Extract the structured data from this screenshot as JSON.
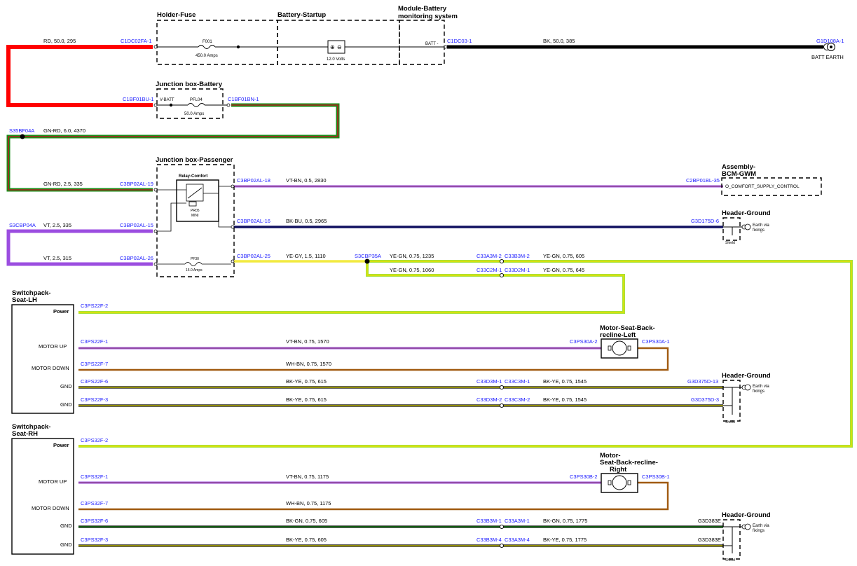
{
  "components": {
    "holder_fuse": "Holder-Fuse",
    "battery_startup": "Battery-Startup",
    "module_battery_1": "Module-Battery",
    "module_battery_2": "monitoring system",
    "jb_battery": "Junction box-Battery",
    "jb_passenger": "Junction box-Passenger",
    "relay_comfort": "Relay-Comfort",
    "bcm_1": "Assembly-",
    "bcm_2": "BCM-GWM",
    "header_ground": "Header-Ground",
    "switchpack_lh_1": "Switchpack-",
    "switchpack_lh_2": "Seat-LH",
    "switchpack_rh_1": "Switchpack-",
    "switchpack_rh_2": "Seat-RH",
    "motor_left_1": "Motor-Seat-Back-",
    "motor_left_2": "recline-Left",
    "motor_right_1": "Motor-",
    "motor_right_2": "Seat-Back-recline-",
    "motor_right_3": "Right"
  },
  "inner": {
    "f001": "F001",
    "f001_amps": "450.0 Amps",
    "battery_volts": "12.0 Volts",
    "batt_minus": "BATT -",
    "batt_earth": "BATT EARTH",
    "vbatt": "V-BATT",
    "pfl04": "PFL04",
    "pfl04_amps": "50.0 Amps",
    "pr05": "PR05",
    "mini": "MINI",
    "pf30": "PF30",
    "pf30_amps": "15.0 Amps",
    "comfort_supply": "O_COMFORT_SUPPLY_CONTROL",
    "earth_via_1": "Earth via",
    "earth_via_2": "fixings",
    "shield": "Shield"
  },
  "pins": {
    "power": "Power",
    "motor_up": "MOTOR UP",
    "motor_down": "MOTOR DOWN",
    "gnd": "GND"
  },
  "connectors": {
    "c1dc02fa_1": "C1DC02FA-1",
    "c1dc03_1": "C1DC03-1",
    "g1d108a_1": "G1D108A-1",
    "c1bf01bu_1": "C1BF01BU-1",
    "c1bf01bn_1": "C1BF01BN-1",
    "s35bf04a": "S35BF04A",
    "c3bp02al_19": "C3BP02AL-19",
    "c3bp02al_18": "C3BP02AL-18",
    "c2bp01bl_35": "C2BP01BL-35",
    "s3cbp04a": "S3CBP04A",
    "c3bp02al_15": "C3BP02AL-15",
    "c3bp02al_16": "C3BP02AL-16",
    "g3d175d_6": "G3D175D-6",
    "c3bp02al_26": "C3BP02AL-26",
    "c3bp02al_25": "C3BP02AL-25",
    "s3cbp35a": "S3CBP35A",
    "c33a3m_2": "C33A3M-2",
    "c33b3m_2": "C33B3M-2",
    "c33c2m_1": "C33C2M-1",
    "c33d2m_1": "C33D2M-1",
    "c3ps22f_2": "C3PS22F-2",
    "c3ps22f_1": "C3PS22F-1",
    "c3ps30a_2": "C3PS30A-2",
    "c3ps30a_1": "C3PS30A-1",
    "c3ps22f_7": "C3PS22F-7",
    "c3ps22f_6": "C3PS22F-6",
    "c33d3m_1": "C33D3M-1",
    "c33c3m_1": "C33C3M-1",
    "g3d375d_13": "G3D375D-13",
    "c3ps22f_3": "C3PS22F-3",
    "c33d3m_2": "C33D3M-2",
    "c33c3m_2": "C33C3M-2",
    "g3d375d_3": "G3D375D-3",
    "c3ps32f_2": "C3PS32F-2",
    "c3ps32f_1": "C3PS32F-1",
    "c3ps30b_2": "C3PS30B-2",
    "c3ps30b_1": "C3PS30B-1",
    "c3ps32f_7": "C3PS32F-7",
    "c3ps32f_6": "C3PS32F-6",
    "c33b3m_1": "C33B3M-1",
    "c33a3m_1": "C33A3M-1",
    "g3d383e_a": "G3D383E",
    "c3ps32f_3": "C3PS32F-3",
    "c33b3m_4": "C33B3M-4",
    "c33a3m_4": "C33A3M-4",
    "g3d383e_b": "G3D383E"
  },
  "wires": {
    "w01": "RD, 50.0, 295",
    "w02": "BK, 50.0, 385",
    "w03": "GN-RD, 6.0, 4370",
    "w04": "GN-RD, 2.5, 335",
    "w05": "VT-BN, 0.5, 2830",
    "w06": "VT, 2.5, 335",
    "w07": "BK-BU, 0.5, 2965",
    "w08": "VT, 2.5, 315",
    "w09": "YE-GY, 1.5, 1110",
    "w10": "YE-GN, 0.75, 1235",
    "w11": "YE-GN, 0.75, 605",
    "w12": "YE-GN, 0.75, 1060",
    "w13": "YE-GN, 0.75, 645",
    "w14": "VT-BN, 0.75, 1570",
    "w15": "WH-BN, 0.75, 1570",
    "w16": "BK-YE, 0.75, 615",
    "w17": "BK-YE, 0.75, 1545",
    "w18": "BK-YE, 0.75, 615",
    "w19": "BK-YE, 0.75, 1545",
    "w20": "VT-BN, 0.75, 1175",
    "w21": "WH-BN, 0.75, 1175",
    "w22": "BK-GN, 0.75, 605",
    "w23": "BK-GN, 0.75, 1775",
    "w24": "BK-YE, 0.75, 605",
    "w25": "BK-YE, 0.75, 1775"
  },
  "colors": {
    "red": "#ff0000",
    "black": "#000000",
    "green": "#1a8f1a",
    "violet": "#9b4de0",
    "violet_brown": "#8e4a6e",
    "navy": "#101060",
    "yellow": "#e8e000",
    "lime": "#a4e23a",
    "brown": "#a05a10",
    "connector_text": "#1a1aff"
  }
}
